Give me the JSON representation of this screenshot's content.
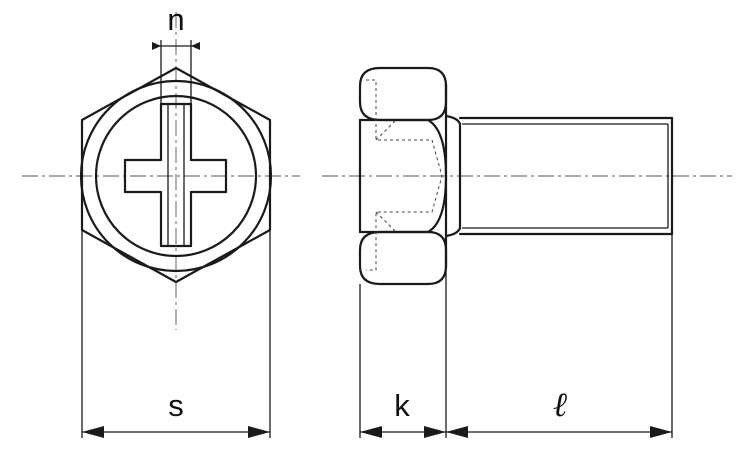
{
  "labels": {
    "n": "n",
    "s": "s",
    "k": "k",
    "l": "ℓ"
  }
}
